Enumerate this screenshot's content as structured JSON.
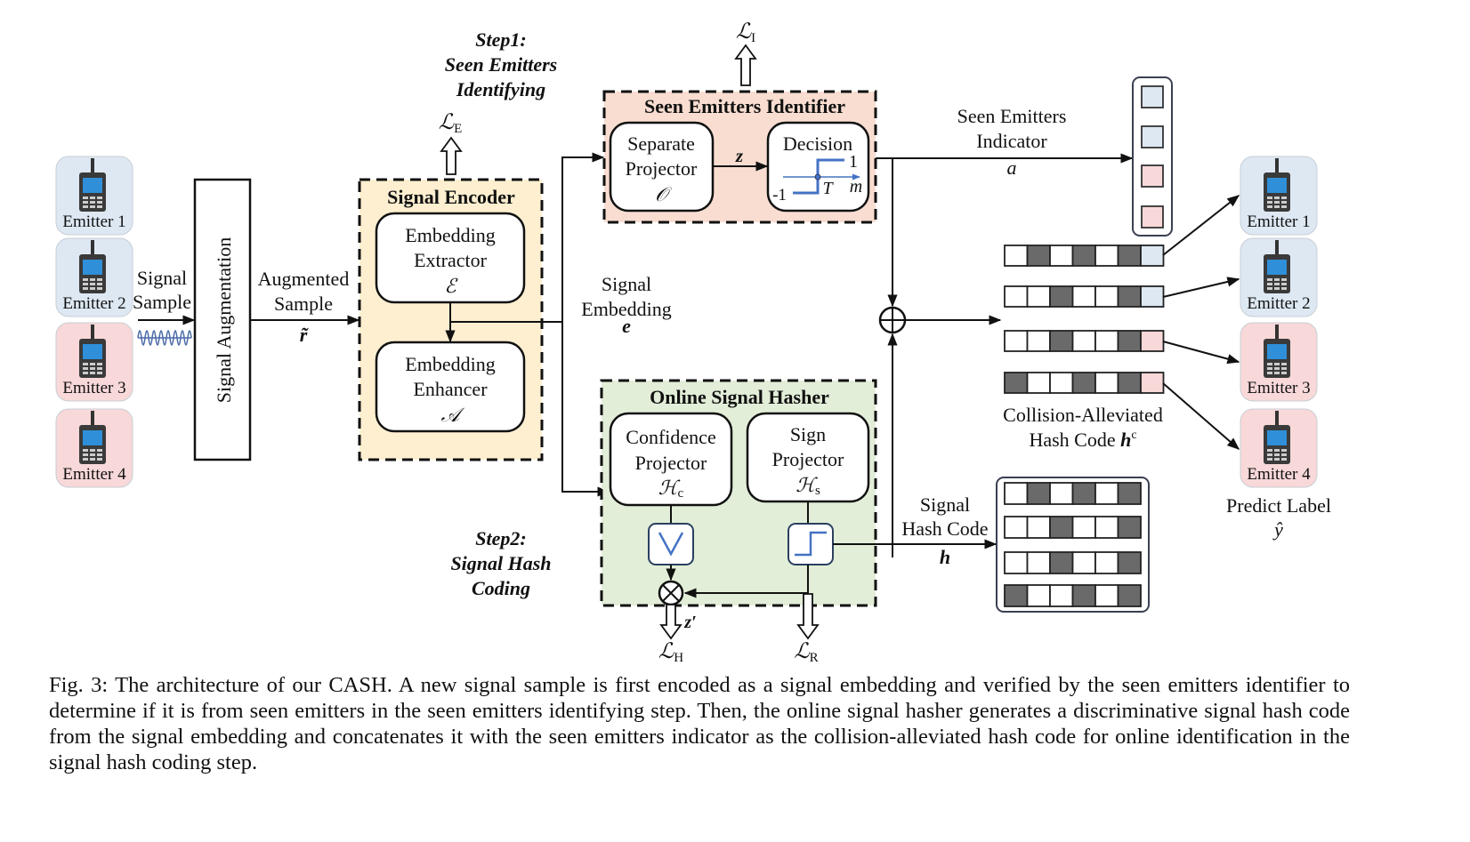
{
  "colors": {
    "seen_emitter_bg": "#dde8f3",
    "unseen_emitter_bg": "#f8d8d8",
    "encoder_bg": "#fdefd0",
    "identifier_bg": "#f8ddd0",
    "hasher_bg": "#e2eed8",
    "hash_bit_dark": "#6a6a6a",
    "accent_blue": "#4472c4"
  },
  "emitters_input": [
    {
      "label": "Emitter 1",
      "group": "seen"
    },
    {
      "label": "Emitter 2",
      "group": "seen"
    },
    {
      "label": "Emitter 3",
      "group": "unseen"
    },
    {
      "label": "Emitter 4",
      "group": "unseen"
    }
  ],
  "emitters_output": [
    {
      "label": "Emitter 1",
      "group": "seen"
    },
    {
      "label": "Emitter 2",
      "group": "seen"
    },
    {
      "label": "Emitter 3",
      "group": "unseen"
    },
    {
      "label": "Emitter 4",
      "group": "unseen"
    }
  ],
  "labels": {
    "signal_sample_1": "Signal",
    "signal_sample_2": "Sample",
    "signal_augmentation": "Signal Augmentation",
    "augmented_sample_1": "Augmented",
    "augmented_sample_2": "Sample",
    "r_tilde": "r̃",
    "step1_1": "Step1:",
    "step1_2": "Seen Emitters",
    "step1_3": "Identifying",
    "step2_1": "Step2:",
    "step2_2": "Signal Hash",
    "step2_3": "Coding",
    "loss_e": "ℒ",
    "loss_e_sub": "E",
    "loss_i": "ℒ",
    "loss_i_sub": "I",
    "loss_h": "ℒ",
    "loss_h_sub": "H",
    "loss_r": "ℒ",
    "loss_r_sub": "R",
    "signal_embedding_1": "Signal",
    "signal_embedding_2": "Embedding",
    "e_symbol": "e",
    "z_symbol": "z",
    "z_prime": "z′",
    "seen_indicator_1": "Seen Emitters",
    "seen_indicator_2": "Indicator",
    "a_symbol": "a",
    "collision_1": "Collision-Alleviated",
    "collision_2": "Hash Code ",
    "hc_symbol": "h",
    "hc_sup": "c",
    "signal_hash_1": "Signal",
    "signal_hash_2": "Hash Code",
    "h_symbol": "h",
    "predict_label": "Predict Label",
    "y_hat": "ŷ"
  },
  "modules": {
    "encoder": {
      "title": "Signal Encoder",
      "extractor": [
        "Embedding",
        "Extractor",
        "ℰ"
      ],
      "enhancer": [
        "Embedding",
        "Enhancer",
        "𝒜"
      ]
    },
    "identifier": {
      "title": "Seen Emitters Identifier",
      "projector": [
        "Separate",
        "Projector",
        "𝒪"
      ],
      "decision": {
        "title": "Decision",
        "high": "1",
        "low": "-1",
        "threshold": "T",
        "axis": "m"
      }
    },
    "hasher": {
      "title": "Online Signal Hasher",
      "confidence": [
        "Confidence",
        "Projector",
        "ℋ",
        "c"
      ],
      "sign": [
        "Sign",
        "Projector",
        "ℋ",
        "s"
      ]
    }
  },
  "indicator_bits": [
    "seen",
    "seen",
    "unseen",
    "unseen"
  ],
  "collision_codes": [
    {
      "bits": [
        0,
        1,
        0,
        1,
        0,
        1
      ],
      "indicator": "seen"
    },
    {
      "bits": [
        0,
        0,
        1,
        0,
        0,
        1
      ],
      "indicator": "seen"
    },
    {
      "bits": [
        0,
        0,
        1,
        0,
        0,
        1
      ],
      "indicator": "unseen"
    },
    {
      "bits": [
        1,
        0,
        0,
        1,
        0,
        1
      ],
      "indicator": "unseen"
    }
  ],
  "signal_hash_codes": [
    [
      0,
      1,
      0,
      1,
      0,
      1
    ],
    [
      0,
      0,
      1,
      0,
      0,
      1
    ],
    [
      0,
      0,
      1,
      0,
      0,
      1
    ],
    [
      1,
      0,
      0,
      1,
      0,
      1
    ]
  ],
  "caption": "Fig. 3: The architecture of our CASH. A new signal sample is first encoded as a signal embedding and verified by the seen emitters identifier to determine if it is from seen emitters in the seen emitters identifying step. Then, the online signal hasher generates a discriminative signal hash code from the signal embedding and concatenates it with the seen emitters indicator as the collision-alleviated hash code for online identification in the signal hash coding step."
}
